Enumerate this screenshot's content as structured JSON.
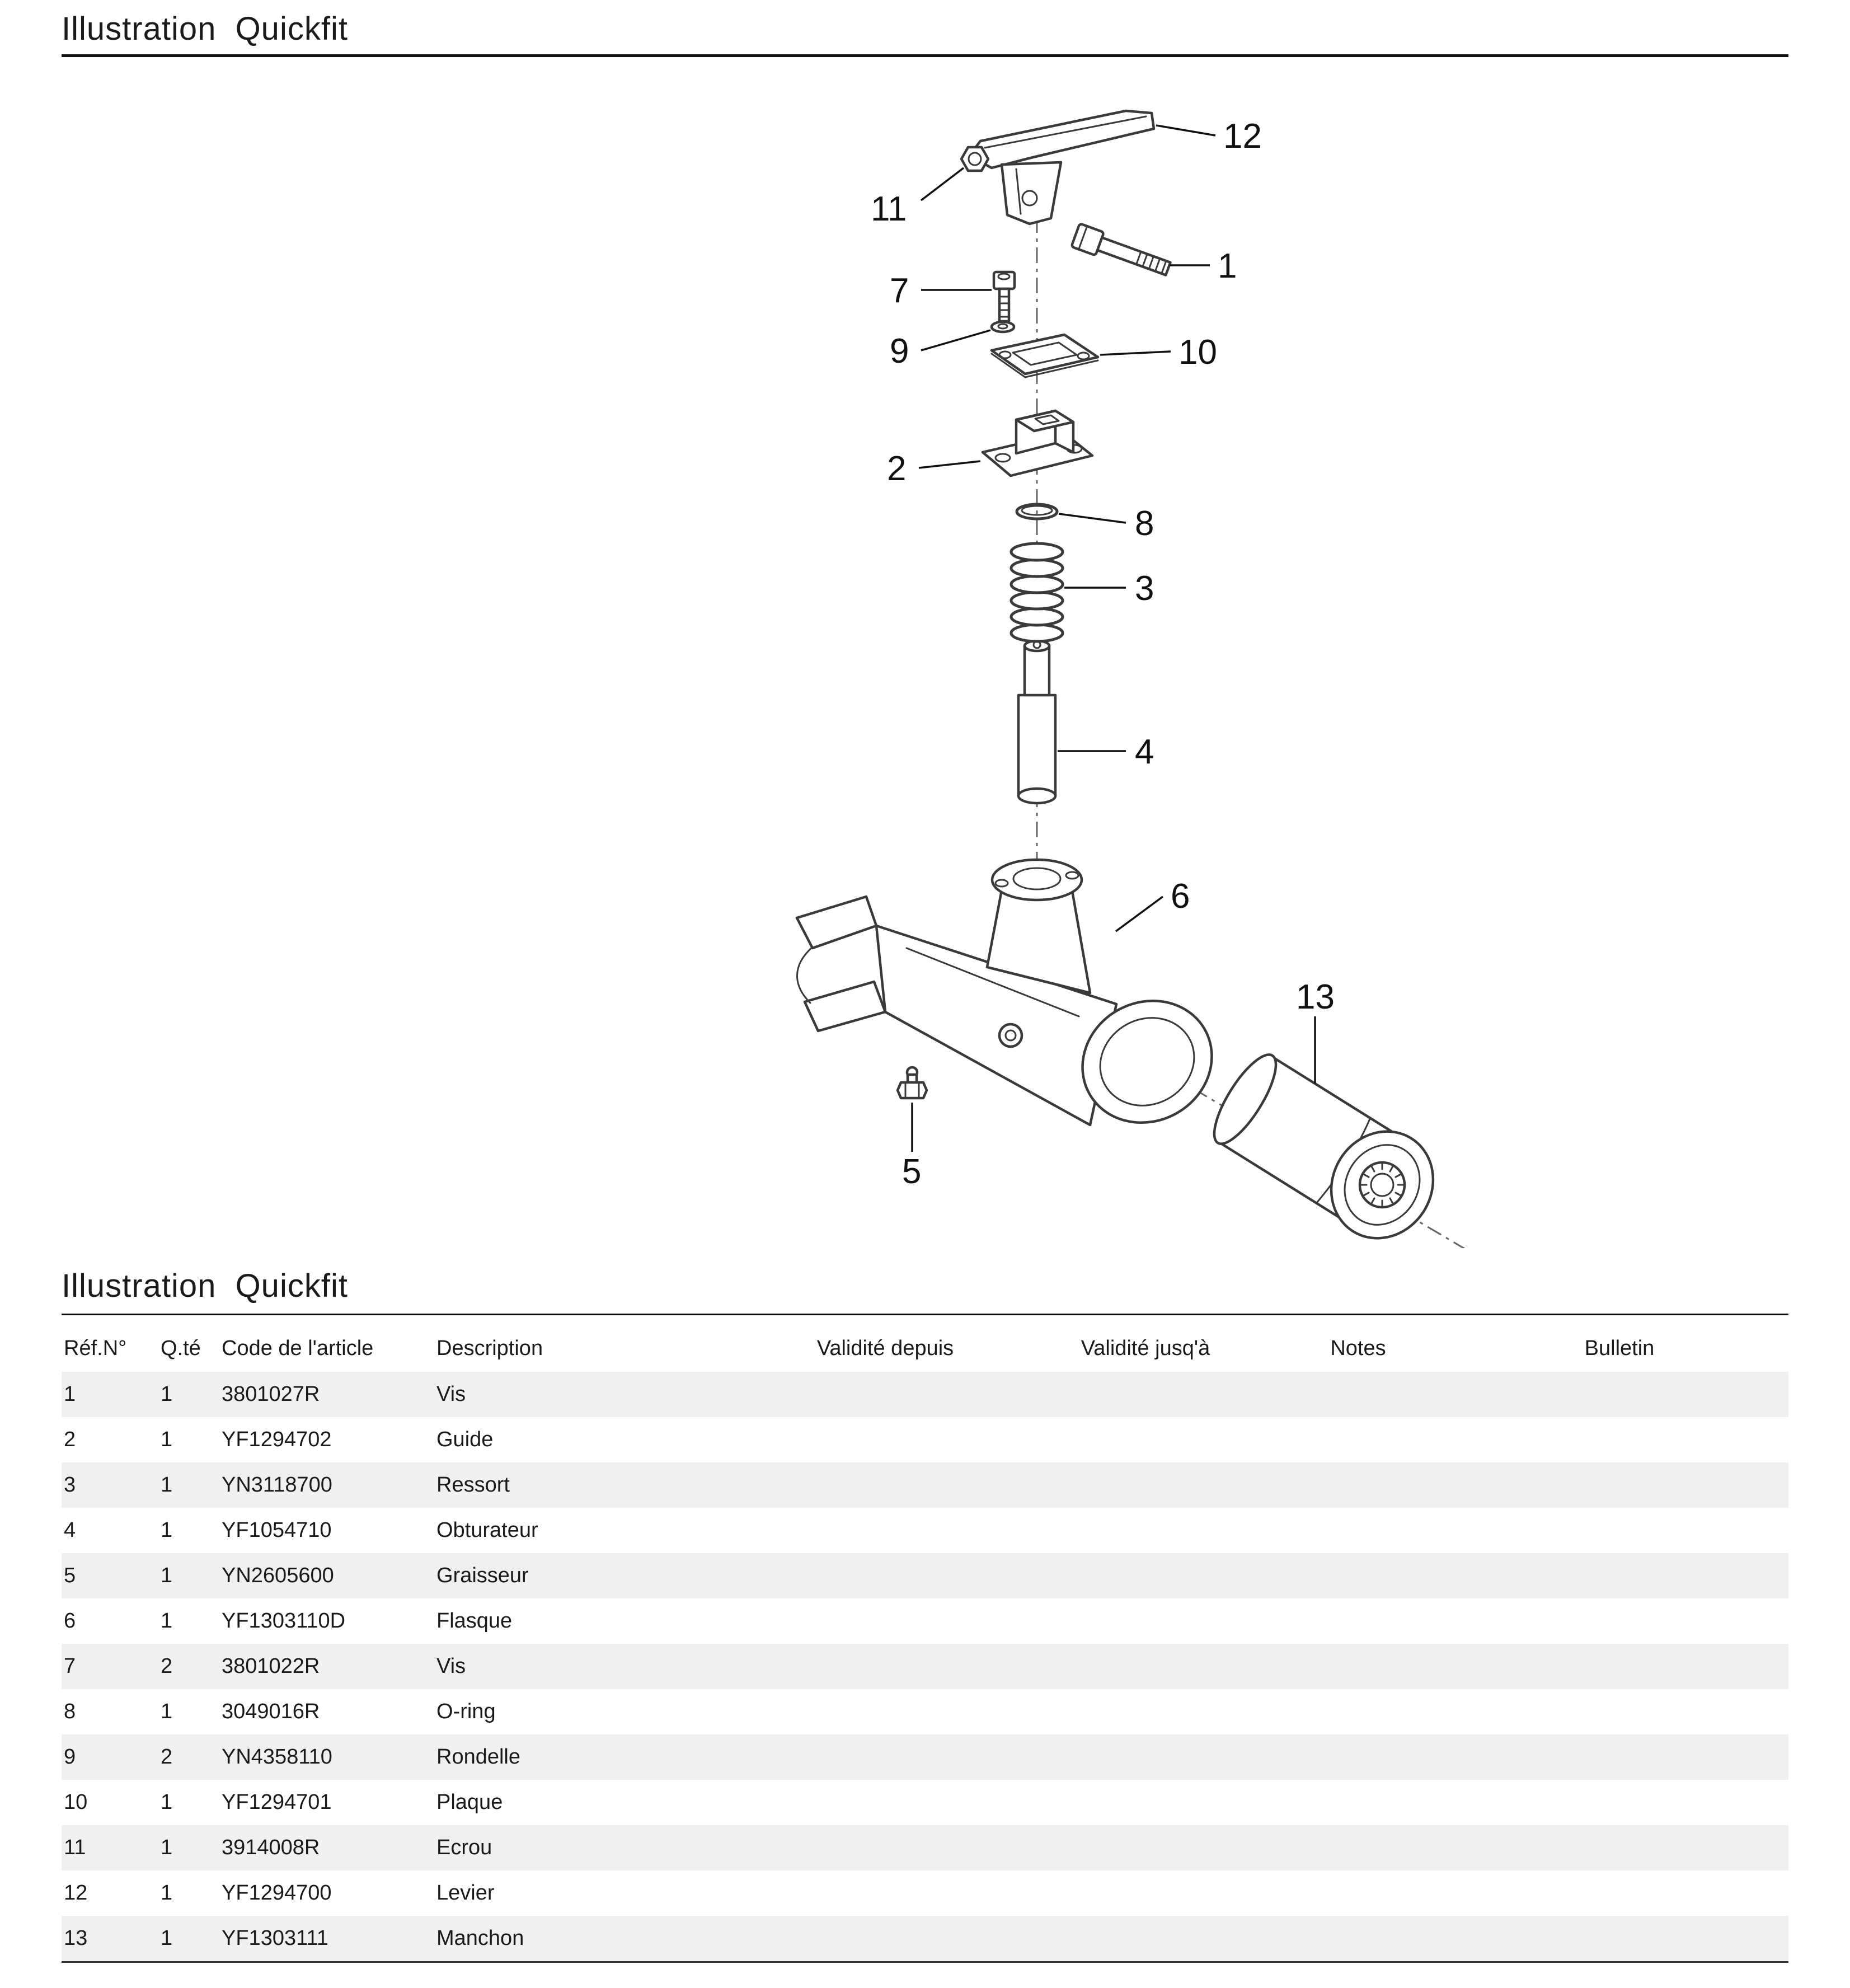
{
  "titles": {
    "top": "Illustration  Quickfit",
    "table": "Illustration  Quickfit"
  },
  "diagram": {
    "callouts": [
      "1",
      "2",
      "3",
      "4",
      "5",
      "6",
      "7",
      "8",
      "9",
      "10",
      "11",
      "12",
      "13"
    ]
  },
  "table": {
    "headers": [
      "Réf.N°",
      "Q.té",
      "Code de l'article",
      "Description",
      "Validité depuis",
      "Validité jusq'à",
      "Notes",
      "Bulletin"
    ],
    "rows": [
      {
        "ref": "1",
        "qty": "1",
        "code": "3801027R",
        "desc": "Vis",
        "from": "",
        "to": "",
        "notes": "",
        "bulletin": ""
      },
      {
        "ref": "2",
        "qty": "1",
        "code": "YF1294702",
        "desc": "Guide",
        "from": "",
        "to": "",
        "notes": "",
        "bulletin": ""
      },
      {
        "ref": "3",
        "qty": "1",
        "code": "YN3118700",
        "desc": "Ressort",
        "from": "",
        "to": "",
        "notes": "",
        "bulletin": ""
      },
      {
        "ref": "4",
        "qty": "1",
        "code": "YF1054710",
        "desc": "Obturateur",
        "from": "",
        "to": "",
        "notes": "",
        "bulletin": ""
      },
      {
        "ref": "5",
        "qty": "1",
        "code": "YN2605600",
        "desc": "Graisseur",
        "from": "",
        "to": "",
        "notes": "",
        "bulletin": ""
      },
      {
        "ref": "6",
        "qty": "1",
        "code": "YF1303110D",
        "desc": "Flasque",
        "from": "",
        "to": "",
        "notes": "",
        "bulletin": ""
      },
      {
        "ref": "7",
        "qty": "2",
        "code": "3801022R",
        "desc": "Vis",
        "from": "",
        "to": "",
        "notes": "",
        "bulletin": ""
      },
      {
        "ref": "8",
        "qty": "1",
        "code": "3049016R",
        "desc": "O-ring",
        "from": "",
        "to": "",
        "notes": "",
        "bulletin": ""
      },
      {
        "ref": "9",
        "qty": "2",
        "code": "YN4358110",
        "desc": "Rondelle",
        "from": "",
        "to": "",
        "notes": "",
        "bulletin": ""
      },
      {
        "ref": "10",
        "qty": "1",
        "code": "YF1294701",
        "desc": "Plaque",
        "from": "",
        "to": "",
        "notes": "",
        "bulletin": ""
      },
      {
        "ref": "11",
        "qty": "1",
        "code": "3914008R",
        "desc": "Ecrou",
        "from": "",
        "to": "",
        "notes": "",
        "bulletin": ""
      },
      {
        "ref": "12",
        "qty": "1",
        "code": "YF1294700",
        "desc": "Levier",
        "from": "",
        "to": "",
        "notes": "",
        "bulletin": ""
      },
      {
        "ref": "13",
        "qty": "1",
        "code": "YF1303111",
        "desc": "Manchon",
        "from": "",
        "to": "",
        "notes": "",
        "bulletin": ""
      }
    ]
  }
}
